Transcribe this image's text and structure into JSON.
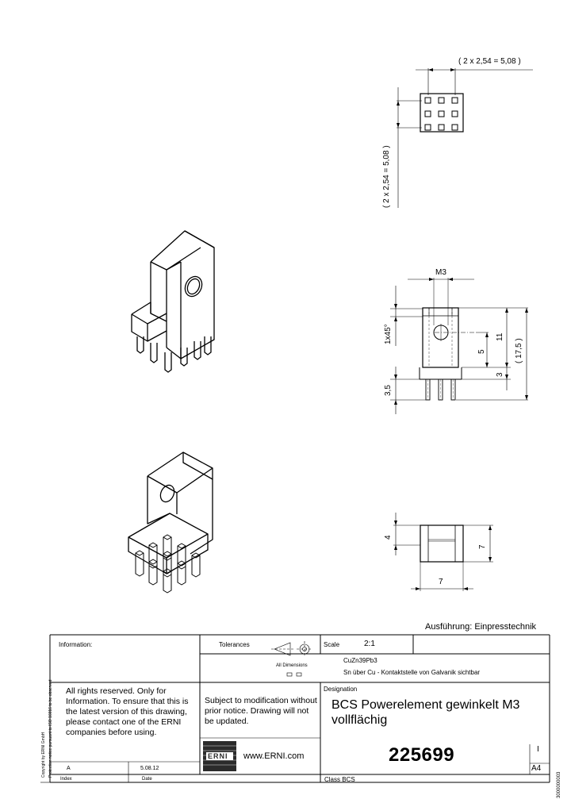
{
  "dims": {
    "top_pitch_h": "( 2 x 2,54 = 5,08 )",
    "top_pitch_v": "( 2 x 2,54 = 5,08 )",
    "thread": "M3",
    "chamfer": "1x45°",
    "d5": "5",
    "d11": "11",
    "d175": "( 17,5 )",
    "d3": "3",
    "d35": "3,5",
    "d4": "4",
    "d7_right": "7",
    "d7_bottom": "7"
  },
  "title_block": {
    "version": "Ausführung: Einpresstechnik",
    "information_label": "Information:",
    "tolerances_label": "Tolerances",
    "all_dims_label": "All Dimensions",
    "scale_label": "Scale",
    "scale_value": "2:1",
    "material": "CuZn39Pb3",
    "surface": "Sn über Cu - Kontaktstelle von Galvanik sichtbar",
    "rights": "All rights reserved. Only for Information. To ensure that this is the latest version of this drawing, please contact one of the ERNI companies before using.",
    "subject": "Subject to modification without prior notice. Drawing will not be updated.",
    "designation_label": "Designation",
    "designation": "BCS Powerelement gewinkelt M3 vollflächig",
    "erni_url": "www.ERNI.com",
    "part_number": "225699",
    "sheet": "I",
    "format": "A4",
    "index_value": "A",
    "date_value": "5.08.12",
    "index_label": "Index",
    "date_label": "Date",
    "class": "Class BCS",
    "side_copyright": "Copyright by ERNI GmbH",
    "side_protection": "Protection notice pursuant to ISO 16016 to be observed",
    "doc_code": "3000000003"
  }
}
